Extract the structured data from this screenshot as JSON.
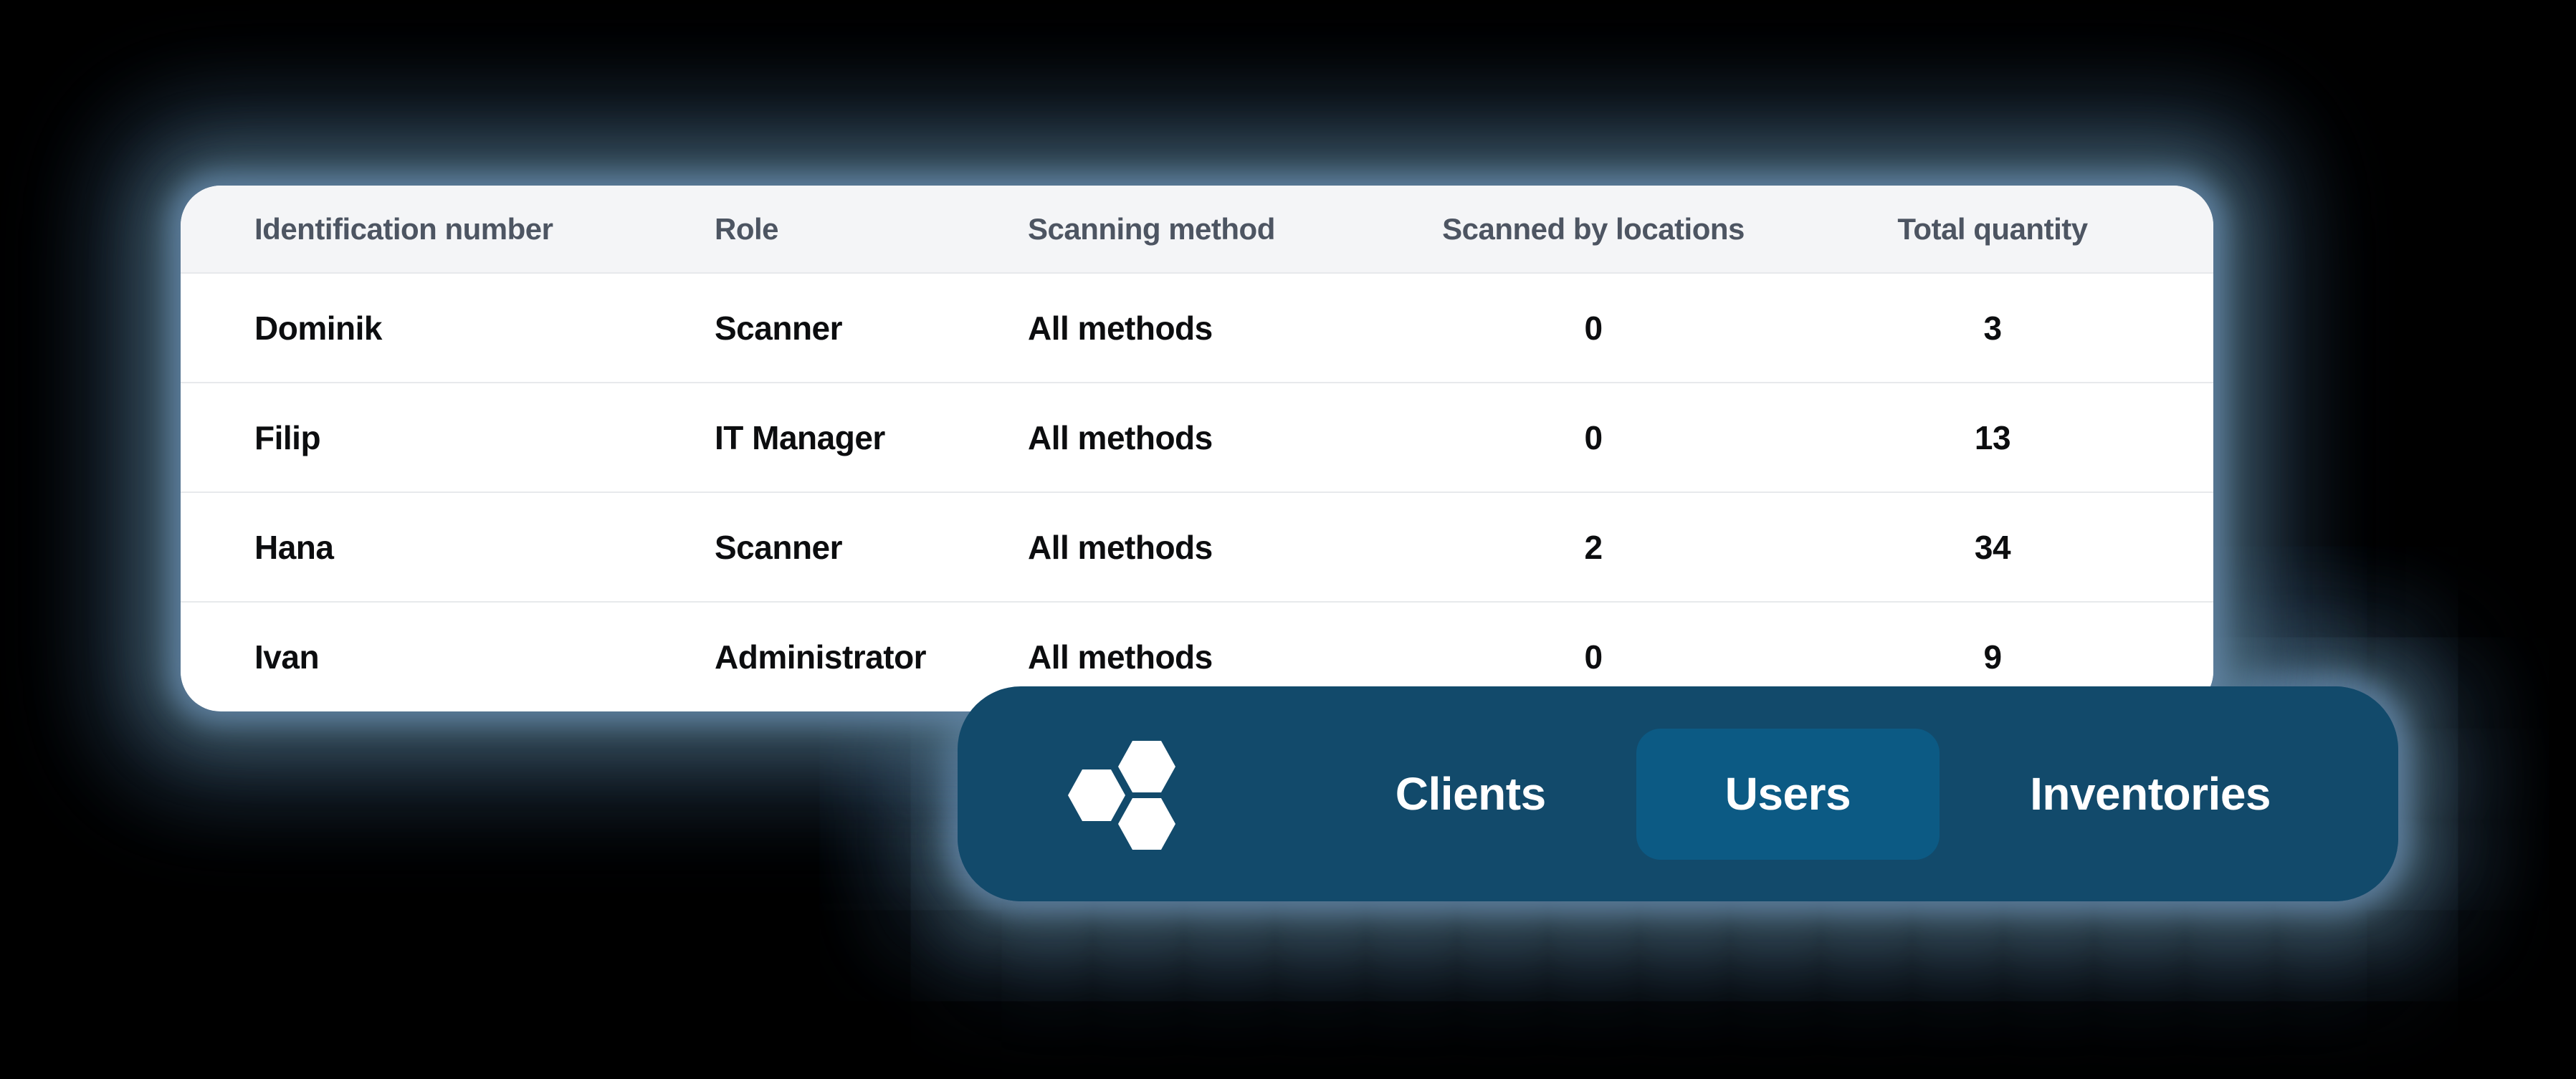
{
  "table": {
    "columns": [
      {
        "label": "Identification number",
        "align": "left"
      },
      {
        "label": "Role",
        "align": "left"
      },
      {
        "label": "Scanning method",
        "align": "left"
      },
      {
        "label": "Scanned by locations",
        "align": "center"
      },
      {
        "label": "Total quantity",
        "align": "center"
      }
    ],
    "rows": [
      [
        "Dominik",
        "Scanner",
        "All methods",
        "0",
        "3"
      ],
      [
        "Filip",
        "IT Manager",
        "All methods",
        "0",
        "13"
      ],
      [
        "Hana",
        "Scanner",
        "All methods",
        "2",
        "34"
      ],
      [
        "Ivan",
        "Administrator",
        "All methods",
        "0",
        "9"
      ]
    ]
  },
  "navbar": {
    "logo_icon": "hexagons-logo",
    "items": [
      {
        "label": "Clients",
        "active": false
      },
      {
        "label": "Users",
        "active": true
      },
      {
        "label": "Inventories",
        "active": false
      }
    ]
  },
  "colors": {
    "page_bg": "#000000",
    "card_bg": "#ffffff",
    "header_bg": "#f4f5f7",
    "header_text": "#4d5562",
    "body_text": "#0c0d0f",
    "divider": "#e7e9ec",
    "navbar_bg": "#124a6b",
    "active_tab_bg": "#0c5a84",
    "nav_text": "#ffffff",
    "glow": "#4a6e94"
  }
}
